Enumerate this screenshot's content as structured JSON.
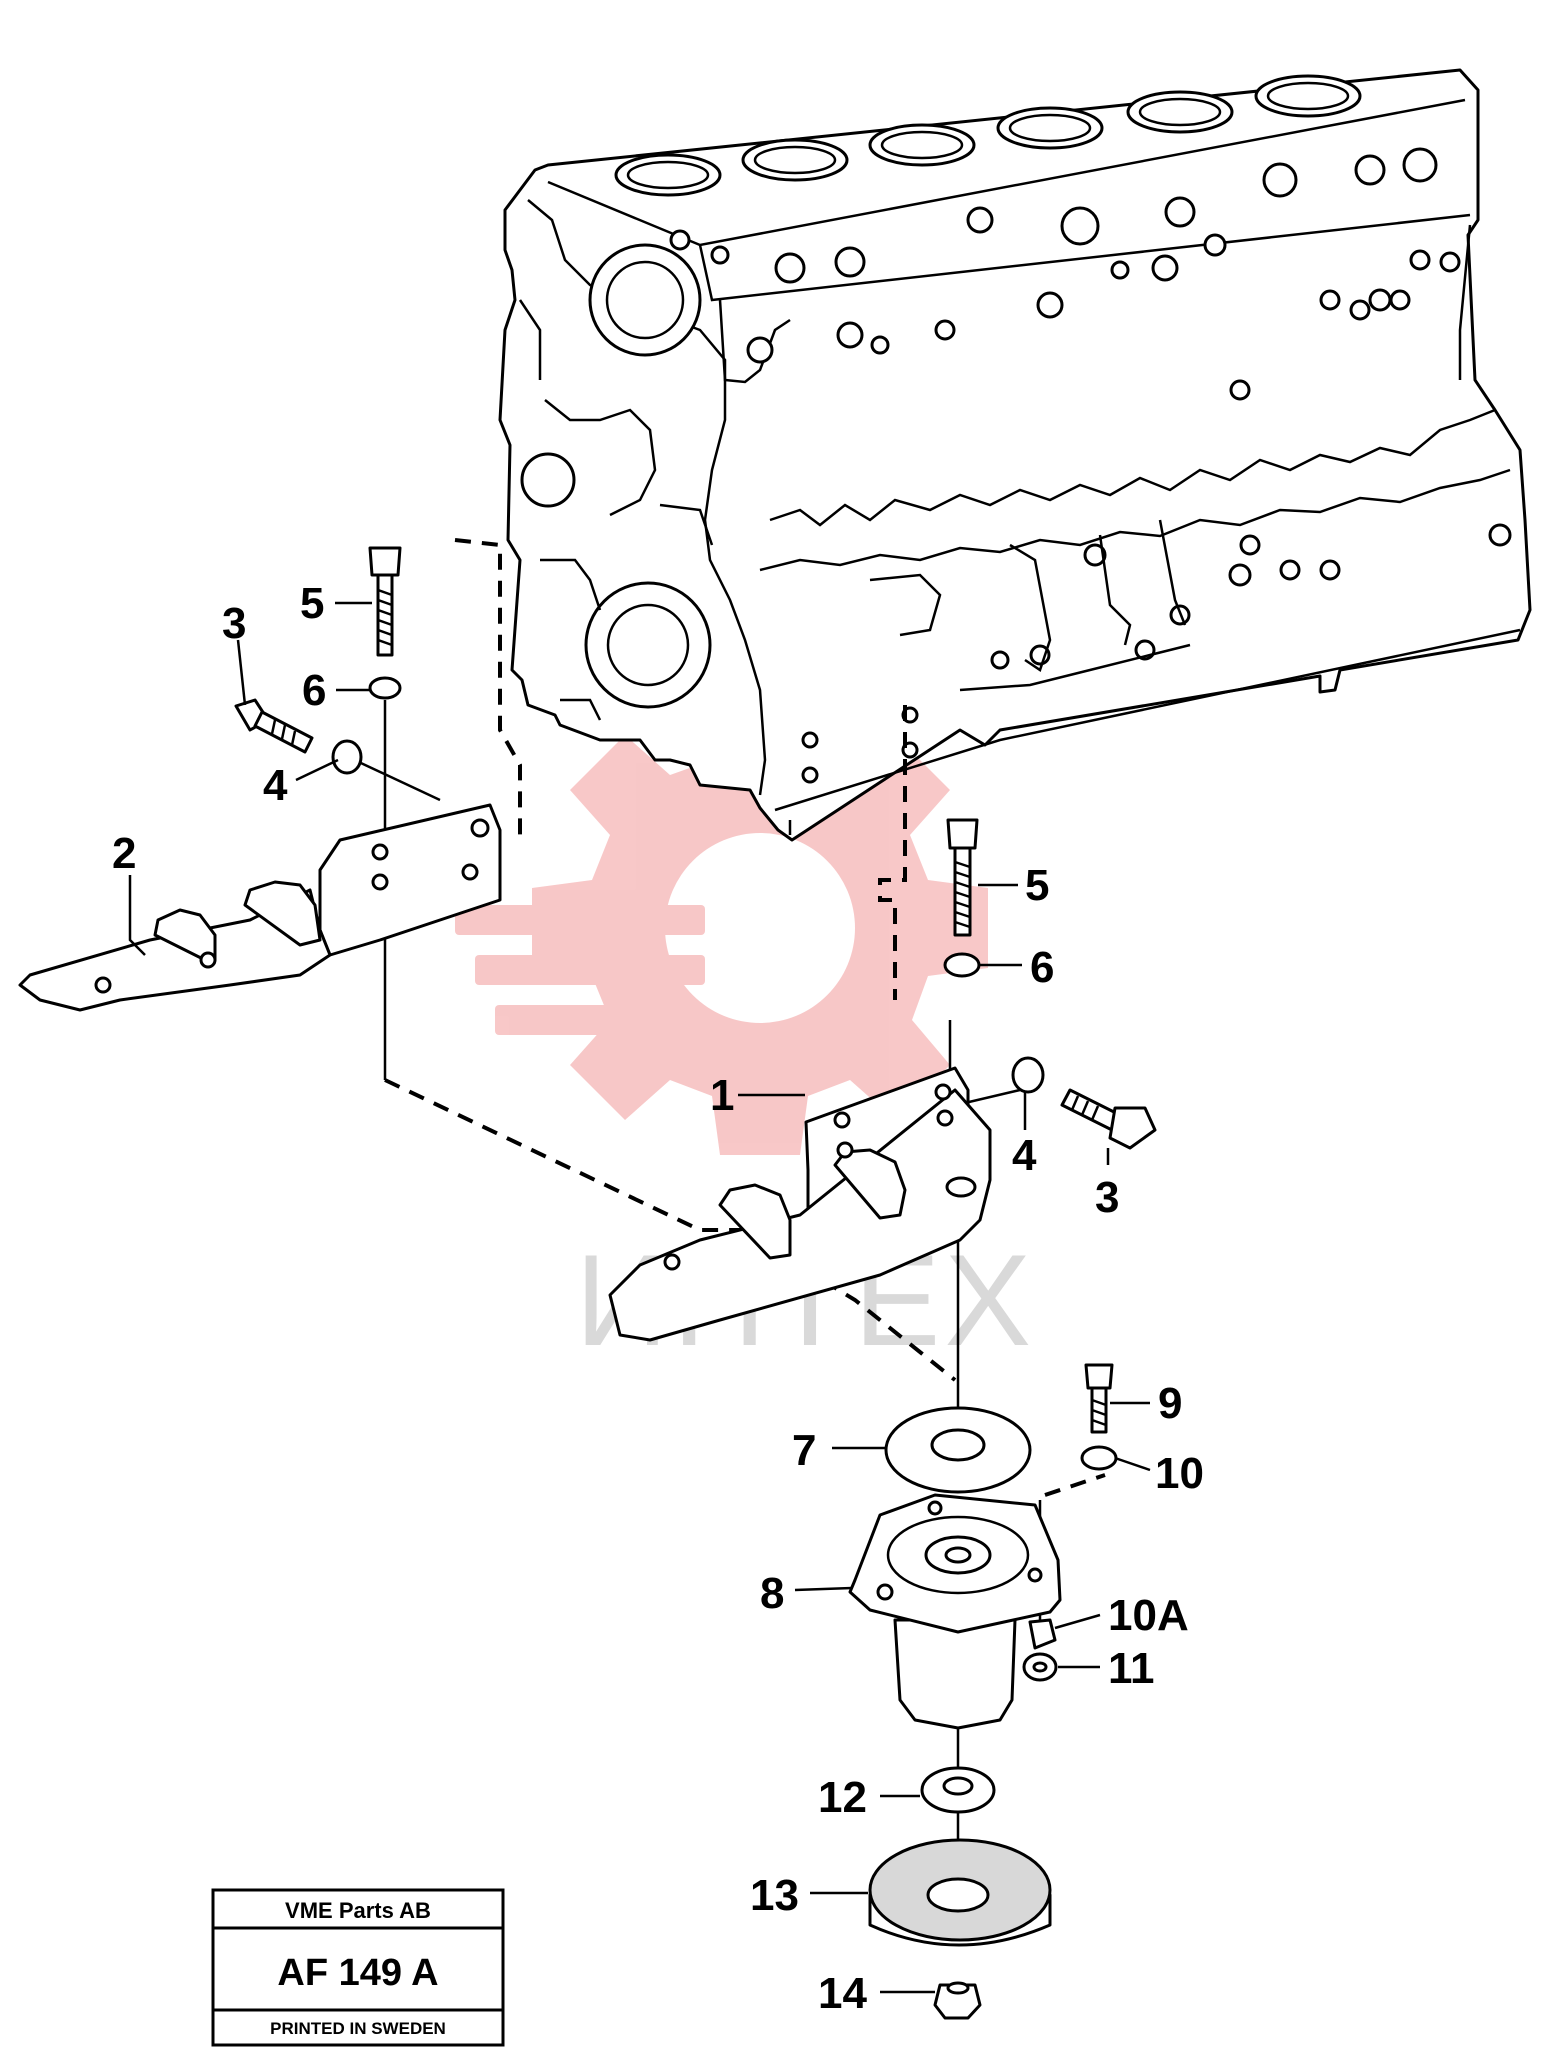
{
  "watermark": {
    "text": "ИНТЕХ",
    "color": "#e63a3a"
  },
  "callouts": {
    "p1": "1",
    "p2": "2",
    "p3_left": "3",
    "p3_right": "3",
    "p4_left": "4",
    "p4_right": "4",
    "p5_left": "5",
    "p5_right": "5",
    "p6_left": "6",
    "p6_right": "6",
    "p7": "7",
    "p8": "8",
    "p9": "9",
    "p10": "10",
    "p10a": "10A",
    "p11": "11",
    "p12": "12",
    "p13": "13",
    "p14": "14"
  },
  "title_block": {
    "company": "VME Parts AB",
    "code": "AF 149 A",
    "printed": "PRINTED IN SWEDEN"
  }
}
